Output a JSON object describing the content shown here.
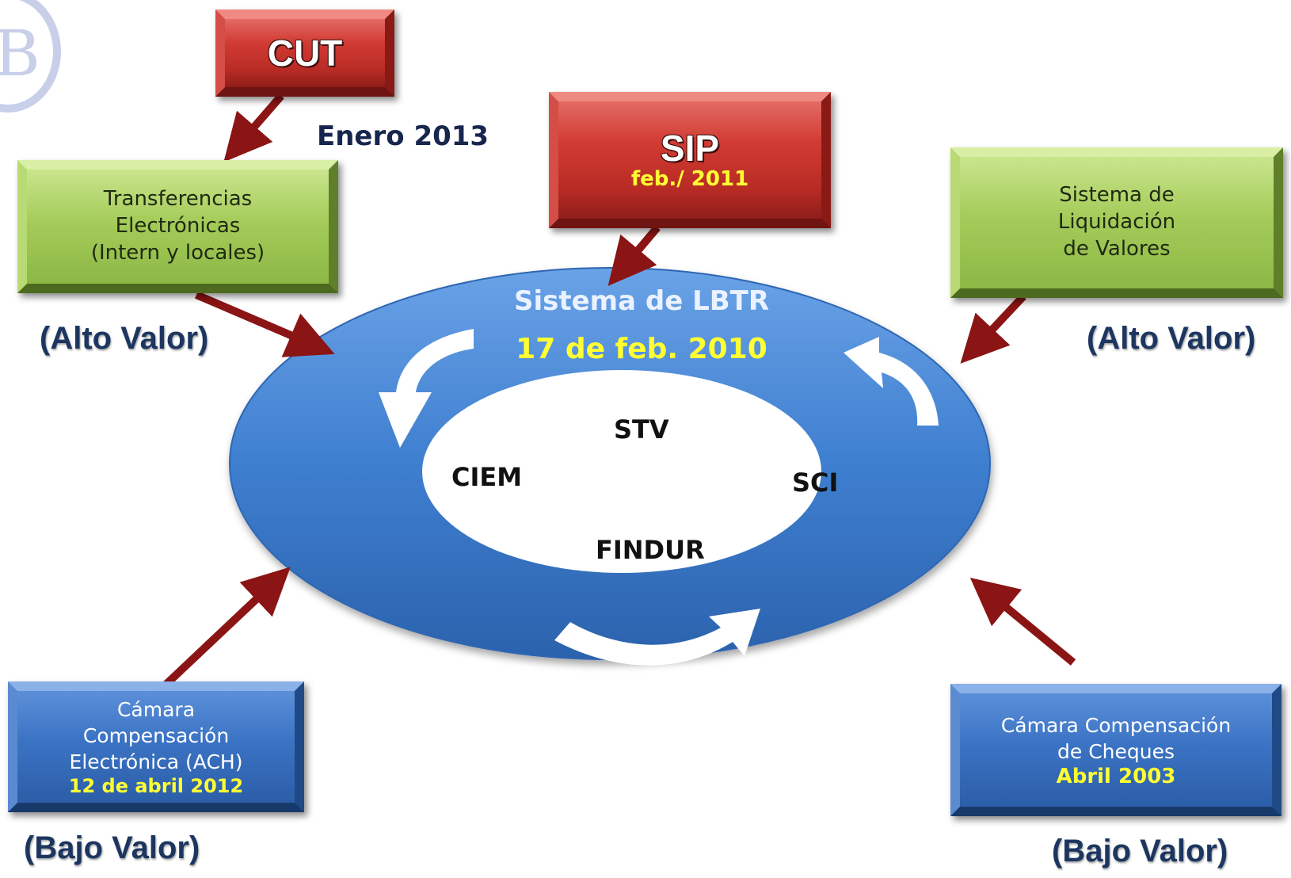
{
  "boxes": {
    "cut": {
      "label": "CUT"
    },
    "sip": {
      "label": "SIP",
      "date": "feb./ 2011"
    },
    "transferencias": {
      "lines": [
        "Transferencias",
        "Electrónicas",
        "(Intern y locales)"
      ]
    },
    "liquidacion": {
      "lines": [
        "Sistema de",
        "Liquidación",
        "de Valores"
      ]
    },
    "ach": {
      "lines": [
        "Cámara",
        "Compensación",
        "Electrónica (ACH)"
      ],
      "date": "12 de abril 2012"
    },
    "cheques": {
      "lines": [
        "Cámara Compensación",
        "de Cheques"
      ],
      "date": "Abril 2003"
    }
  },
  "annotations": {
    "enero": "Enero 2013",
    "alto_left": "(Alto Valor)",
    "alto_right": "(Alto Valor)",
    "bajo_left": "(Bajo Valor)",
    "bajo_right": "(Bajo Valor)"
  },
  "ring": {
    "title": "Sistema de LBTR",
    "date": "17 de feb. 2010",
    "inner": {
      "top": "STV",
      "left": "CIEM",
      "right": "SCI",
      "bottom": "FINDUR"
    }
  },
  "colors": {
    "ring_blue": "#3f7fd0",
    "arrow_red": "#8b1414",
    "date_yellow": "#ffff33",
    "label_navy": "#1c3660"
  }
}
